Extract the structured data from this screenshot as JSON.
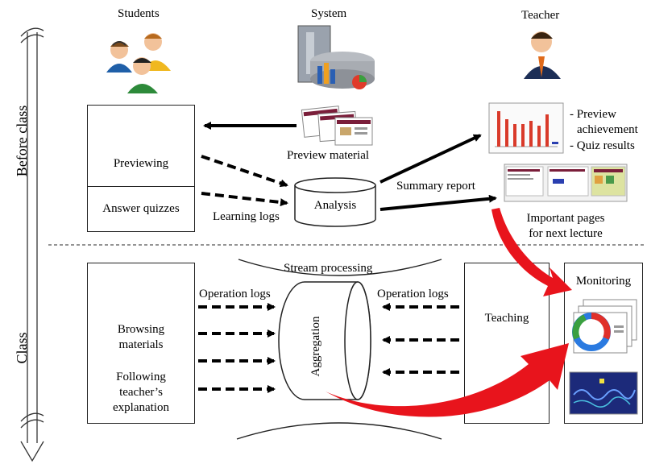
{
  "phases": {
    "before": "Before class",
    "class": "Class"
  },
  "actors": {
    "students": "Students",
    "system": "System",
    "teacher": "Teacher"
  },
  "before": {
    "previewing": "Previewing",
    "answer_quizzes": "Answer quizzes",
    "preview_material": "Preview material",
    "analysis": "Analysis",
    "learning_logs": "Learning  logs",
    "summary_report": "Summary report",
    "report_items": [
      "- Preview",
      "achievement",
      "- Quiz results"
    ],
    "important_pages": [
      "Important pages",
      "for next lecture"
    ]
  },
  "class": {
    "stream_processing": "Stream processing",
    "operation_logs_left": "Operation logs",
    "operation_logs_right": "Operation logs",
    "aggregation": "Aggregation",
    "browsing": [
      "Browsing",
      "materials"
    ],
    "following": [
      "Following",
      "teacher’s",
      "explanation"
    ],
    "teaching": "Teaching",
    "monitoring": "Monitoring"
  },
  "colors": {
    "highlight_arrow": "#e8141c",
    "bar": "#d93a2a",
    "screen": "#2a3fb0"
  }
}
